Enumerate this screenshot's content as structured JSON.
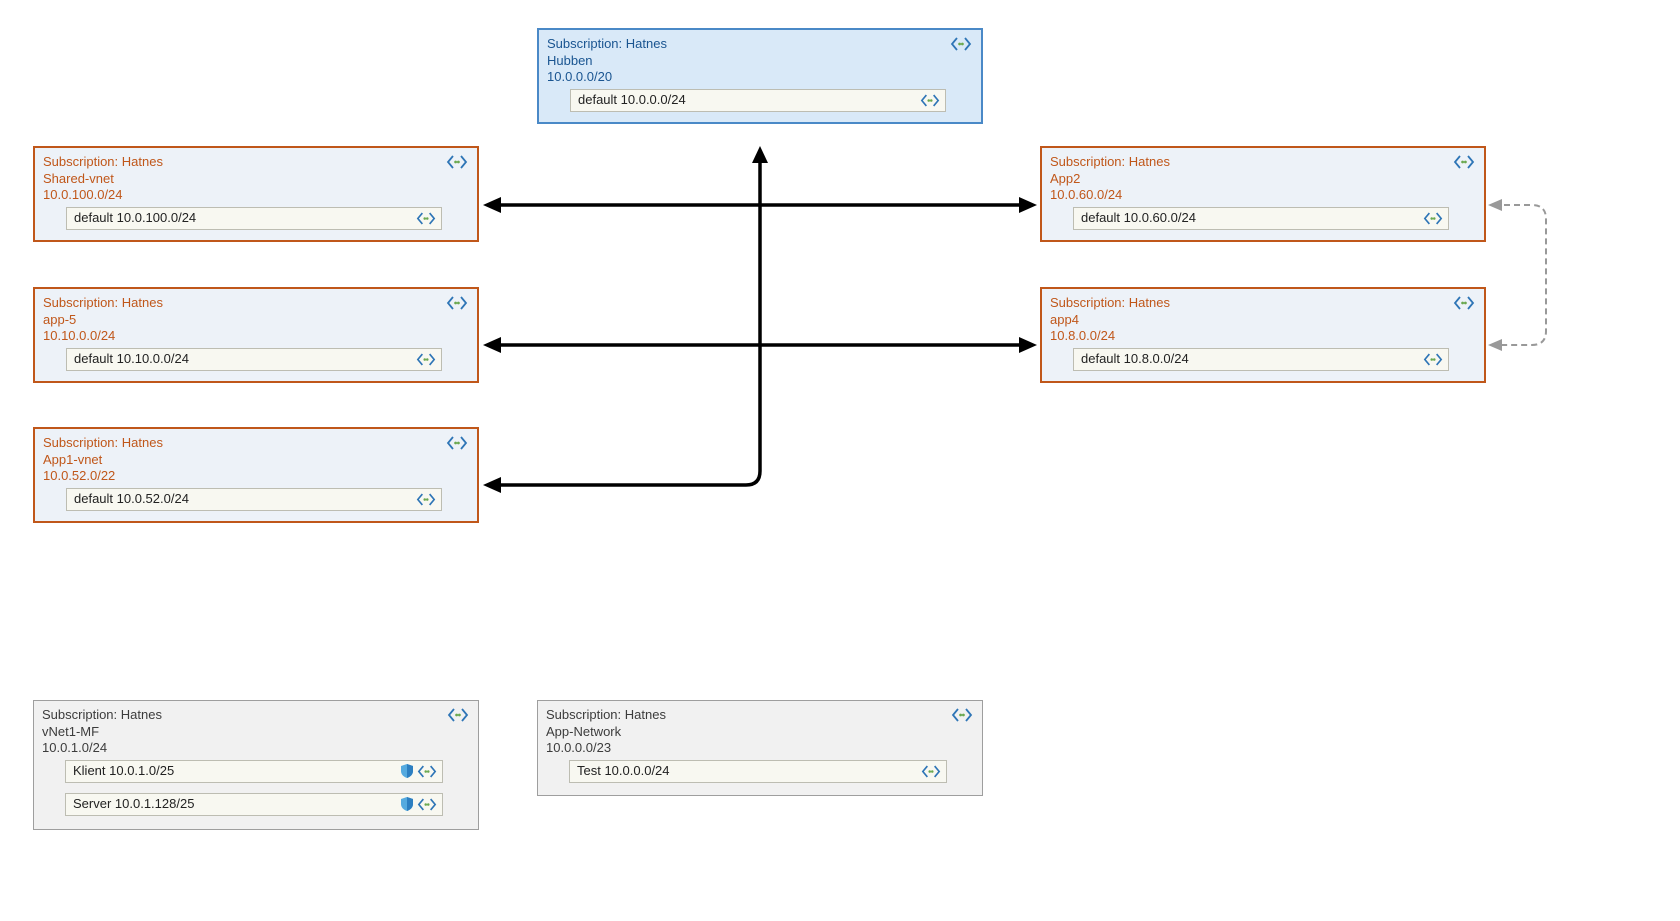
{
  "colors": {
    "hub_border": "#4a89c7",
    "hub_bg": "#d9e9f8",
    "hub_text": "#1a5591",
    "peered_border": "#c0571a",
    "peered_bg": "#edf2f8",
    "peered_text": "#c0571a",
    "plain_border": "#9e9e9e",
    "plain_bg": "#f1f1f1",
    "plain_text": "#3c3c3c",
    "subnet_row_bg": "#f8f8f1",
    "arrow_color": "#000000",
    "dashed_arrow_color": "#999999",
    "icon_chevron_blue": "#2e75b6",
    "icon_dot_green": "#6aa84f",
    "nsg_shield_blue": "#3f9bd8"
  },
  "icons": {
    "virtual-network-icon": "<··>",
    "nsg-shield-icon": "shield"
  },
  "vnets": [
    {
      "subscription": "Subscription: Hatnes",
      "name": "Hubben",
      "cidr": "10.0.0.0/20",
      "role": "hub",
      "subnets": [
        {
          "label": "default 10.0.0.0/24"
        }
      ]
    },
    {
      "subscription": "Subscription: Hatnes",
      "name": "Shared-vnet",
      "cidr": "10.0.100.0/24",
      "role": "peered-spoke",
      "subnets": [
        {
          "label": "default 10.0.100.0/24"
        }
      ]
    },
    {
      "subscription": "Subscription: Hatnes",
      "name": "App2",
      "cidr": "10.0.60.0/24",
      "role": "peered-spoke",
      "subnets": [
        {
          "label": "default 10.0.60.0/24"
        }
      ]
    },
    {
      "subscription": "Subscription: Hatnes",
      "name": "app-5",
      "cidr": "10.10.0.0/24",
      "role": "peered-spoke",
      "subnets": [
        {
          "label": "default 10.10.0.0/24"
        }
      ]
    },
    {
      "subscription": "Subscription: Hatnes",
      "name": "app4",
      "cidr": "10.8.0.0/24",
      "role": "peered-spoke",
      "subnets": [
        {
          "label": "default 10.8.0.0/24"
        }
      ]
    },
    {
      "subscription": "Subscription: Hatnes",
      "name": "App1-vnet",
      "cidr": "10.0.52.0/22",
      "role": "peered-spoke",
      "subnets": [
        {
          "label": "default 10.0.52.0/24"
        }
      ]
    },
    {
      "subscription": "Subscription: Hatnes",
      "name": "vNet1-MF",
      "cidr": "10.0.1.0/24",
      "role": "standalone",
      "subnets": [
        {
          "label": "Klient 10.0.1.0/25",
          "nsg": true
        },
        {
          "label": "Server 10.0.1.128/25",
          "nsg": true
        }
      ]
    },
    {
      "subscription": "Subscription: Hatnes",
      "name": "App-Network",
      "cidr": "10.0.0.0/23",
      "role": "standalone",
      "subnets": [
        {
          "label": "Test 10.0.0.0/24"
        }
      ]
    }
  ],
  "connections": {
    "hub": "Hubben",
    "hub_spokes": [
      "Shared-vnet",
      "App2",
      "app-5",
      "app4",
      "App1-vnet"
    ],
    "dashed_peering": [
      "App2",
      "app4"
    ]
  }
}
